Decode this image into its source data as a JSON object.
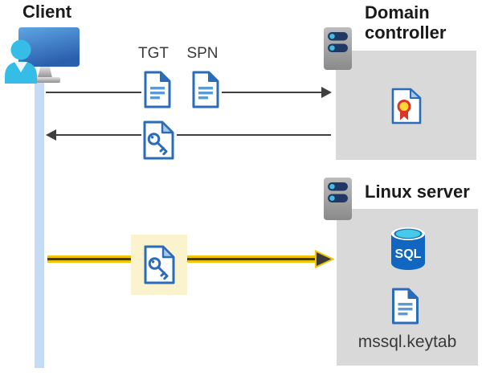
{
  "diagram": {
    "client": {
      "label": "Client"
    },
    "tickets": {
      "tgt_label": "TGT",
      "spn_label": "SPN"
    },
    "domain_controller": {
      "label": "Domain controller"
    },
    "linux_server": {
      "label": "Linux server",
      "database_label": "SQL",
      "keytab_label": "mssql.keytab"
    }
  },
  "icons": {
    "client": "client-workstation-icon",
    "server": "server-icon",
    "ticket_document": "document-icon",
    "key_ticket": "key-ticket-icon",
    "certificate": "certificate-icon",
    "sql_database": "sql-database-icon"
  },
  "colors": {
    "doc-blue": "#2b6cb8",
    "doc-line": "#5b9bd5",
    "doc-fold-light": "#aac9ea",
    "lifeline-blue": "#c6dbf4",
    "box-gray": "#d9d9d9",
    "arrow-gray": "#3f3f3f",
    "arrow-dark": "#3a3a3a",
    "arrow-yellow": "#f2c500",
    "highlight-yellow": "#fbf3cd",
    "person-cyan": "#35bde8",
    "server-pill-navy": "#1f3864",
    "server-dot-cyan": "#41c0e6",
    "sql-blue": "#1166c1",
    "sql-top-cyan": "#47c9ea",
    "seal-yellow": "#ffd633",
    "seal-red": "#da3528",
    "text-dark": "#1a1a1a",
    "text-mid": "#3a3a3a"
  }
}
